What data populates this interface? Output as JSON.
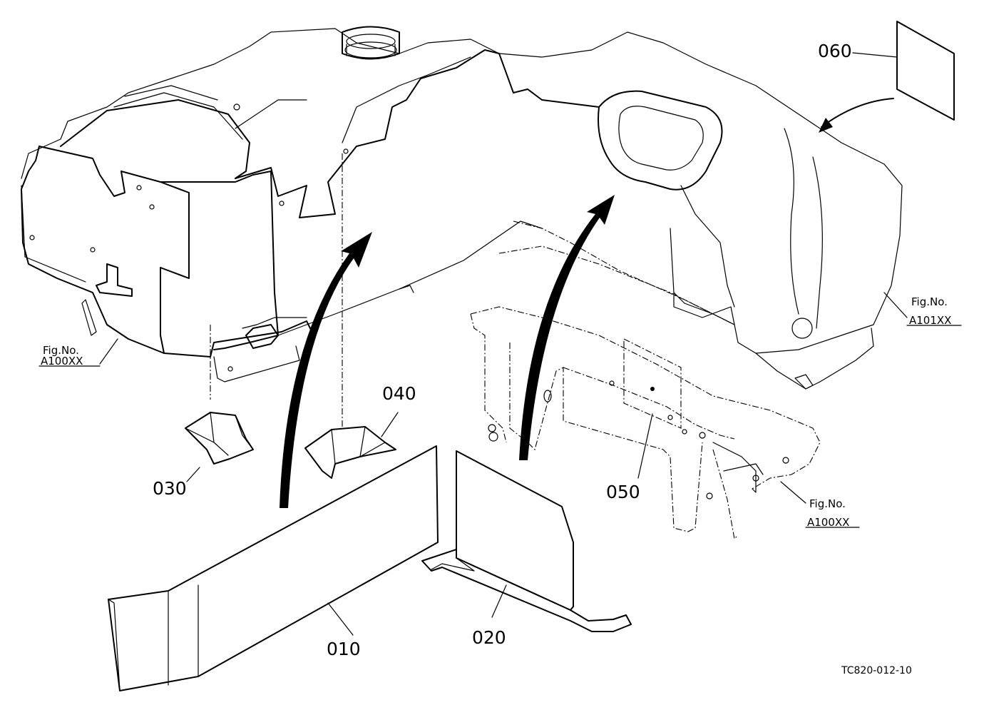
{
  "callouts": {
    "p010": "010",
    "p020": "020",
    "p030": "030",
    "p040": "040",
    "p050": "050",
    "p060": "060"
  },
  "refs": {
    "left_fig_label": "Fig.No.",
    "left_fig_code": "A100XX",
    "right_fig_label": "Fig.No.",
    "right_fig_code": "A101XX",
    "lower_fig_label": "Fig.No.",
    "lower_fig_code": "A100XX"
  },
  "drawing_number": "TC820-012-10"
}
